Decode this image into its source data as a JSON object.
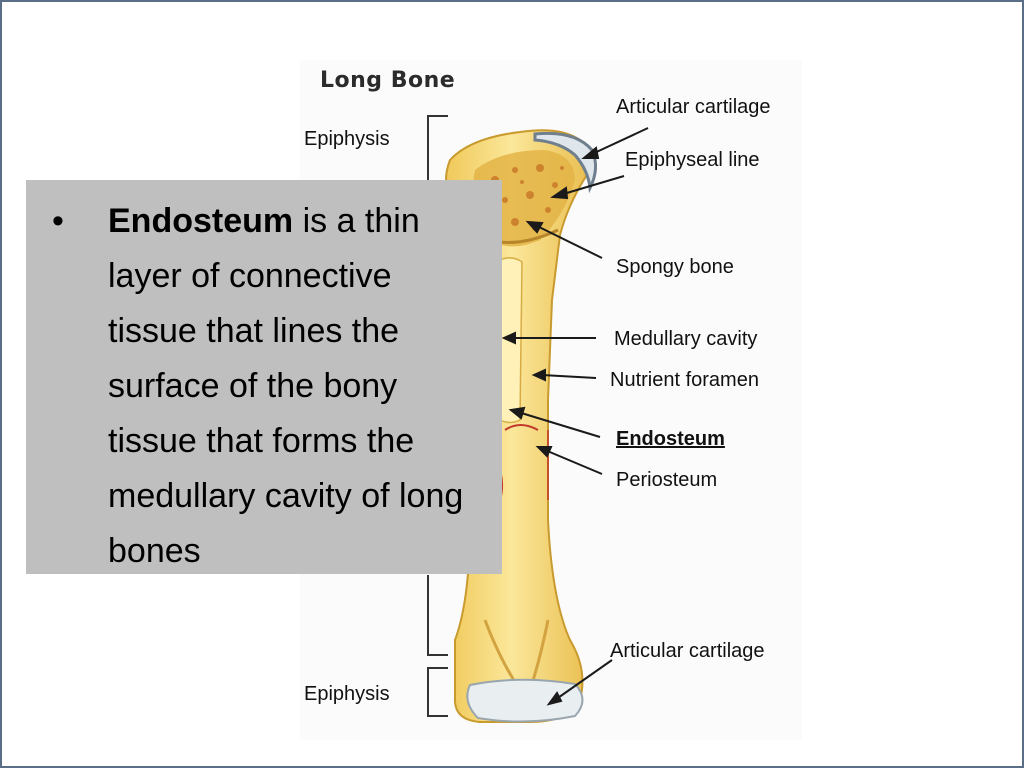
{
  "diagram": {
    "title": "Long Bone",
    "labels": {
      "epiphysis_top": "Epiphysis",
      "articular_cartilage_top": "Articular cartilage",
      "epiphyseal_line": "Epiphyseal line",
      "spongy_bone": "Spongy bone",
      "medullary_cavity": "Medullary cavity",
      "nutrient_foramen": "Nutrient foramen",
      "endosteum": "Endosteum",
      "periosteum": "Periosteum",
      "articular_cartilage_bottom": "Articular cartilage",
      "epiphysis_bottom": "Epiphysis"
    },
    "colors": {
      "bone": "#f5d77a",
      "bone_dark": "#e3b84a",
      "spongy": "#d9a93a",
      "cartilage": "#e8eef2",
      "cartilage_edge": "#8a9aa8",
      "periosteum": "#c0392b"
    }
  },
  "callout": {
    "bullet": "•",
    "term": "Endosteum",
    "text": " is a thin layer of connective tissue that lines the surface of the bony tissue that forms the medullary cavity of long bones",
    "background": "#bfbfbf"
  }
}
